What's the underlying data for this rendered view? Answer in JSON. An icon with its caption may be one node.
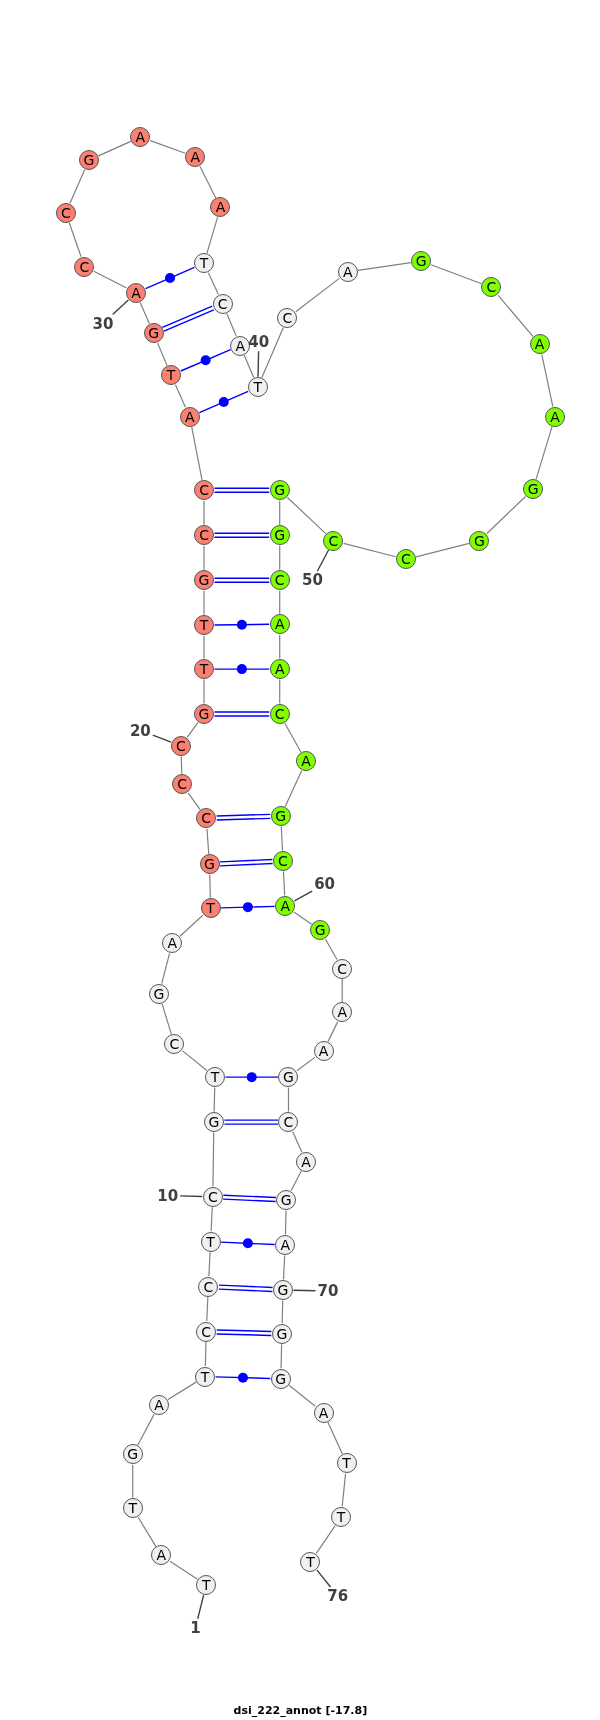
{
  "diagram": {
    "caption": "dsi_222_annot [-17.8]",
    "nodes": [
      {
        "text": [
          "T"
        ]
      },
      {
        "text": [
          "A"
        ]
      },
      {
        "text": [
          "T"
        ]
      },
      {
        "text": [
          "G"
        ]
      },
      {
        "text": [
          "A"
        ]
      },
      {
        "text": [
          "T"
        ]
      },
      {
        "text": [
          "C"
        ]
      },
      {
        "text": [
          "C"
        ]
      },
      {
        "text": [
          "T"
        ]
      },
      {
        "text": [
          "C"
        ]
      },
      {
        "text": [
          "G"
        ]
      },
      {
        "text": [
          "T"
        ]
      },
      {
        "text": [
          "C"
        ]
      },
      {
        "text": [
          "G"
        ]
      },
      {
        "text": [
          "A"
        ]
      },
      {
        "text": [
          "T"
        ]
      },
      {
        "text": [
          "G"
        ]
      },
      {
        "text": [
          "C"
        ]
      },
      {
        "text": [
          "C"
        ]
      },
      {
        "text": [
          "C"
        ]
      },
      {
        "text": [
          "G"
        ]
      },
      {
        "text": [
          "T"
        ]
      },
      {
        "text": [
          "T"
        ]
      },
      {
        "text": [
          "G"
        ]
      },
      {
        "text": [
          "C"
        ]
      },
      {
        "text": [
          "C"
        ]
      },
      {
        "text": [
          "A"
        ]
      },
      {
        "text": [
          "T"
        ]
      },
      {
        "text": [
          "G"
        ]
      },
      {
        "text": [
          "A"
        ]
      },
      {
        "text": [
          "C"
        ]
      },
      {
        "text": [
          "C"
        ]
      },
      {
        "text": [
          "G"
        ]
      },
      {
        "text": [
          "A"
        ]
      },
      {
        "text": [
          "A"
        ]
      },
      {
        "text": [
          "A"
        ]
      },
      {
        "text": [
          "T"
        ]
      },
      {
        "text": [
          "C"
        ]
      },
      {
        "text": [
          "A"
        ]
      },
      {
        "text": [
          "T"
        ]
      },
      {
        "text": [
          "C"
        ]
      },
      {
        "text": [
          "A"
        ]
      },
      {
        "text": [
          "G"
        ]
      },
      {
        "text": [
          "C"
        ]
      },
      {
        "text": [
          "A"
        ]
      },
      {
        "text": [
          "A"
        ]
      },
      {
        "text": [
          "G"
        ]
      },
      {
        "text": [
          "G"
        ]
      },
      {
        "text": [
          "C"
        ]
      },
      {
        "text": [
          "C"
        ]
      },
      {
        "text": [
          "G"
        ]
      },
      {
        "text": [
          "G"
        ]
      },
      {
        "text": [
          "C"
        ]
      },
      {
        "text": [
          "A"
        ]
      },
      {
        "text": [
          "A"
        ]
      },
      {
        "text": [
          "C"
        ]
      },
      {
        "text": [
          "A"
        ]
      },
      {
        "text": [
          "G"
        ]
      },
      {
        "text": [
          "C"
        ]
      },
      {
        "text": [
          "A"
        ]
      },
      {
        "text": [
          "G"
        ]
      },
      {
        "text": [
          "C"
        ]
      },
      {
        "text": [
          "A"
        ]
      },
      {
        "text": [
          "A"
        ]
      },
      {
        "text": [
          "G"
        ]
      },
      {
        "text": [
          "C"
        ]
      },
      {
        "text": [
          "A"
        ]
      },
      {
        "text": [
          "G"
        ]
      },
      {
        "text": [
          "A"
        ]
      },
      {
        "text": [
          "G"
        ]
      },
      {
        "text": [
          "G"
        ]
      },
      {
        "text": [
          "G"
        ]
      },
      {
        "text": [
          "A"
        ]
      },
      {
        "text": [
          "T"
        ]
      },
      {
        "text": [
          "T"
        ]
      },
      {
        "text": [
          "T"
        ]
      },
      {
        "text": [
          "1"
        ]
      },
      {
        "text": [
          "10"
        ]
      },
      {
        "text": [
          "20"
        ]
      },
      {
        "text": [
          "30"
        ]
      },
      {
        "text": [
          "40"
        ]
      },
      {
        "text": [
          "50"
        ]
      },
      {
        "text": [
          "60"
        ]
      },
      {
        "text": [
          "70"
        ]
      },
      {
        "text": [
          "76"
        ]
      }
    ],
    "edges": [
      {
        "from": 0,
        "to": 1,
        "arrow": "none"
      },
      {
        "from": 1,
        "to": 2,
        "arrow": "none"
      },
      {
        "from": 2,
        "to": 3,
        "arrow": "none"
      },
      {
        "from": 3,
        "to": 4,
        "arrow": "none"
      },
      {
        "from": 4,
        "to": 5,
        "arrow": "none"
      },
      {
        "from": 5,
        "to": 6,
        "arrow": "none"
      },
      {
        "from": 6,
        "to": 7,
        "arrow": "none"
      },
      {
        "from": 7,
        "to": 8,
        "arrow": "none"
      },
      {
        "from": 8,
        "to": 9,
        "arrow": "none"
      },
      {
        "from": 9,
        "to": 10,
        "arrow": "none"
      },
      {
        "from": 10,
        "to": 11,
        "arrow": "none"
      },
      {
        "from": 11,
        "to": 12,
        "arrow": "none"
      },
      {
        "from": 12,
        "to": 13,
        "arrow": "none"
      },
      {
        "from": 13,
        "to": 14,
        "arrow": "none"
      },
      {
        "from": 14,
        "to": 15,
        "arrow": "none"
      },
      {
        "from": 15,
        "to": 16,
        "arrow": "none"
      },
      {
        "from": 16,
        "to": 17,
        "arrow": "none"
      },
      {
        "from": 17,
        "to": 18,
        "arrow": "none"
      },
      {
        "from": 18,
        "to": 19,
        "arrow": "none"
      },
      {
        "from": 19,
        "to": 20,
        "arrow": "none"
      },
      {
        "from": 20,
        "to": 21,
        "arrow": "none"
      },
      {
        "from": 21,
        "to": 22,
        "arrow": "none"
      },
      {
        "from": 22,
        "to": 23,
        "arrow": "none"
      },
      {
        "from": 23,
        "to": 24,
        "arrow": "none"
      },
      {
        "from": 24,
        "to": 25,
        "arrow": "none"
      },
      {
        "from": 25,
        "to": 26,
        "arrow": "none"
      },
      {
        "from": 26,
        "to": 27,
        "arrow": "none"
      },
      {
        "from": 27,
        "to": 28,
        "arrow": "none"
      },
      {
        "from": 28,
        "to": 29,
        "arrow": "none"
      },
      {
        "from": 29,
        "to": 30,
        "arrow": "none"
      },
      {
        "from": 30,
        "to": 31,
        "arrow": "none"
      },
      {
        "from": 31,
        "to": 32,
        "arrow": "none"
      },
      {
        "from": 32,
        "to": 33,
        "arrow": "none"
      },
      {
        "from": 33,
        "to": 34,
        "arrow": "none"
      },
      {
        "from": 34,
        "to": 35,
        "arrow": "none"
      },
      {
        "from": 35,
        "to": 36,
        "arrow": "none"
      },
      {
        "from": 36,
        "to": 37,
        "arrow": "none"
      },
      {
        "from": 37,
        "to": 38,
        "arrow": "none"
      },
      {
        "from": 38,
        "to": 39,
        "arrow": "none"
      },
      {
        "from": 39,
        "to": 40,
        "arrow": "none"
      },
      {
        "from": 40,
        "to": 41,
        "arrow": "none"
      },
      {
        "from": 41,
        "to": 42,
        "arrow": "none"
      },
      {
        "from": 42,
        "to": 43,
        "arrow": "none"
      },
      {
        "from": 43,
        "to": 44,
        "arrow": "none"
      },
      {
        "from": 44,
        "to": 45,
        "arrow": "none"
      },
      {
        "from": 45,
        "to": 46,
        "arrow": "none"
      },
      {
        "from": 46,
        "to": 47,
        "arrow": "none"
      },
      {
        "from": 47,
        "to": 48,
        "arrow": "none"
      },
      {
        "from": 48,
        "to": 49,
        "arrow": "none"
      },
      {
        "from": 49,
        "to": 50,
        "arrow": "none"
      },
      {
        "from": 50,
        "to": 51,
        "arrow": "none"
      },
      {
        "from": 51,
        "to": 52,
        "arrow": "none"
      },
      {
        "from": 52,
        "to": 53,
        "arrow": "none"
      },
      {
        "from": 53,
        "to": 54,
        "arrow": "none"
      },
      {
        "from": 54,
        "to": 55,
        "arrow": "none"
      },
      {
        "from": 55,
        "to": 56,
        "arrow": "none"
      },
      {
        "from": 56,
        "to": 57,
        "arrow": "none"
      },
      {
        "from": 57,
        "to": 58,
        "arrow": "none"
      },
      {
        "from": 58,
        "to": 59,
        "arrow": "none"
      },
      {
        "from": 59,
        "to": 60,
        "arrow": "none"
      },
      {
        "from": 60,
        "to": 61,
        "arrow": "none"
      },
      {
        "from": 61,
        "to": 62,
        "arrow": "none"
      },
      {
        "from": 62,
        "to": 63,
        "arrow": "none"
      },
      {
        "from": 63,
        "to": 64,
        "arrow": "none"
      },
      {
        "from": 64,
        "to": 65,
        "arrow": "none"
      },
      {
        "from": 65,
        "to": 66,
        "arrow": "none"
      },
      {
        "from": 66,
        "to": 67,
        "arrow": "none"
      },
      {
        "from": 67,
        "to": 68,
        "arrow": "none"
      },
      {
        "from": 68,
        "to": 69,
        "arrow": "none"
      },
      {
        "from": 69,
        "to": 70,
        "arrow": "none"
      },
      {
        "from": 70,
        "to": 71,
        "arrow": "none"
      },
      {
        "from": 71,
        "to": 72,
        "arrow": "none"
      },
      {
        "from": 72,
        "to": 73,
        "arrow": "none"
      },
      {
        "from": 73,
        "to": 74,
        "arrow": "none"
      },
      {
        "from": 74,
        "to": 75,
        "arrow": "none"
      },
      {
        "from": 5,
        "to": 71,
        "arrow": "none",
        "color": "#0000ff"
      },
      {
        "from": 6,
        "to": 70,
        "arrow": "none",
        "color": "#0000ff"
      },
      {
        "from": 7,
        "to": 69,
        "arrow": "none",
        "color": "#0000ff"
      },
      {
        "from": 8,
        "to": 68,
        "arrow": "none",
        "color": "#0000ff"
      },
      {
        "from": 9,
        "to": 67,
        "arrow": "none",
        "color": "#0000ff"
      },
      {
        "from": 10,
        "to": 65,
        "arrow": "none",
        "color": "#0000ff"
      },
      {
        "from": 11,
        "to": 64,
        "arrow": "none",
        "color": "#0000ff"
      },
      {
        "from": 15,
        "to": 59,
        "arrow": "none",
        "color": "#0000ff"
      },
      {
        "from": 16,
        "to": 58,
        "arrow": "none",
        "color": "#0000ff"
      },
      {
        "from": 17,
        "to": 57,
        "arrow": "none",
        "color": "#0000ff"
      },
      {
        "from": 20,
        "to": 55,
        "arrow": "none",
        "color": "#0000ff"
      },
      {
        "from": 21,
        "to": 54,
        "arrow": "none",
        "color": "#0000ff"
      },
      {
        "from": 22,
        "to": 53,
        "arrow": "none",
        "color": "#0000ff"
      },
      {
        "from": 23,
        "to": 52,
        "arrow": "none",
        "color": "#0000ff"
      },
      {
        "from": 24,
        "to": 51,
        "arrow": "none",
        "color": "#0000ff"
      },
      {
        "from": 25,
        "to": 50,
        "arrow": "none",
        "color": "#0000ff"
      },
      {
        "from": 26,
        "to": 39,
        "arrow": "none",
        "color": "#0000ff"
      },
      {
        "from": 27,
        "to": 38,
        "arrow": "none",
        "color": "#0000ff"
      },
      {
        "from": 28,
        "to": 37,
        "arrow": "none",
        "color": "#0000ff"
      },
      {
        "from": 29,
        "to": 36,
        "arrow": "none",
        "color": "#0000ff"
      },
      {
        "from": 76,
        "to": 0,
        "arrow": "none",
        "color": "#404040"
      },
      {
        "from": 77,
        "to": 9,
        "arrow": "none",
        "color": "#404040"
      },
      {
        "from": 78,
        "to": 19,
        "arrow": "none",
        "color": "#404040"
      },
      {
        "from": 79,
        "to": 29,
        "arrow": "none",
        "color": "#404040"
      },
      {
        "from": 80,
        "to": 39,
        "arrow": "none",
        "color": "#404040"
      },
      {
        "from": 81,
        "to": 49,
        "arrow": "none",
        "color": "#404040"
      },
      {
        "from": 82,
        "to": 59,
        "arrow": "none",
        "color": "#404040"
      },
      {
        "from": 83,
        "to": 69,
        "arrow": "none",
        "color": "#404040"
      },
      {
        "from": 84,
        "to": 75,
        "arrow": "none",
        "color": "#404040"
      }
    ]
  }
}
